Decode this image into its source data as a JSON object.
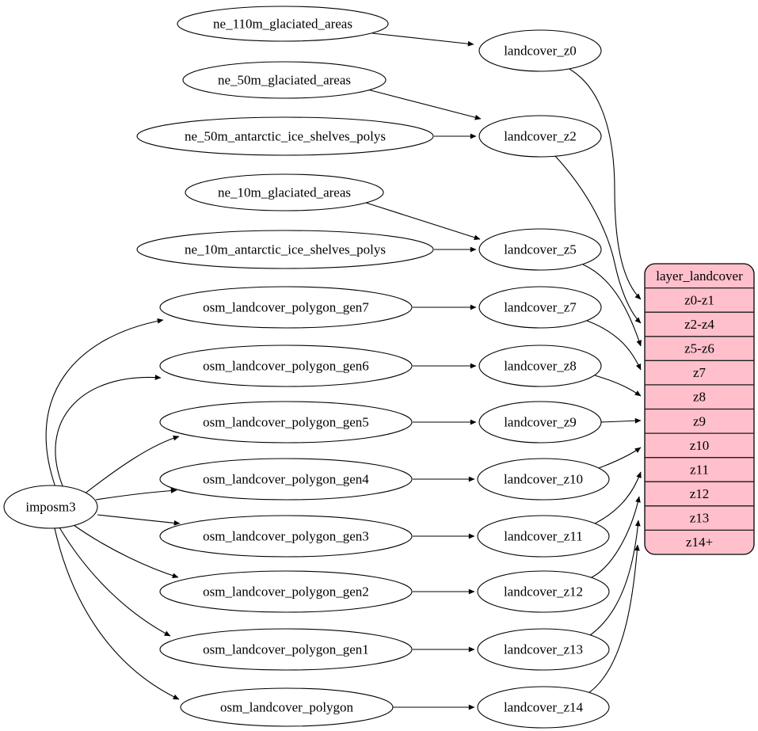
{
  "graph": {
    "importer": "imposm3",
    "sources": [
      "ne_110m_glaciated_areas",
      "ne_50m_glaciated_areas",
      "ne_50m_antarctic_ice_shelves_polys",
      "ne_10m_glaciated_areas",
      "ne_10m_antarctic_ice_shelves_polys",
      "osm_landcover_polygon_gen7",
      "osm_landcover_polygon_gen6",
      "osm_landcover_polygon_gen5",
      "osm_landcover_polygon_gen4",
      "osm_landcover_polygon_gen3",
      "osm_landcover_polygon_gen2",
      "osm_landcover_polygon_gen1",
      "osm_landcover_polygon"
    ],
    "generalized": [
      "landcover_z0",
      "landcover_z2",
      "landcover_z5",
      "landcover_z7",
      "landcover_z8",
      "landcover_z9",
      "landcover_z10",
      "landcover_z11",
      "landcover_z12",
      "landcover_z13",
      "landcover_z14"
    ],
    "table": {
      "title": "layer_landcover",
      "rows": [
        "z0-z1",
        "z2-z4",
        "z5-z6",
        "z7",
        "z8",
        "z9",
        "z10",
        "z11",
        "z12",
        "z13",
        "z14+"
      ]
    },
    "edges": [
      {
        "from": "imposm3",
        "to": "osm_landcover_polygon_gen7"
      },
      {
        "from": "imposm3",
        "to": "osm_landcover_polygon_gen6"
      },
      {
        "from": "imposm3",
        "to": "osm_landcover_polygon_gen5"
      },
      {
        "from": "imposm3",
        "to": "osm_landcover_polygon_gen4"
      },
      {
        "from": "imposm3",
        "to": "osm_landcover_polygon_gen3"
      },
      {
        "from": "imposm3",
        "to": "osm_landcover_polygon_gen2"
      },
      {
        "from": "imposm3",
        "to": "osm_landcover_polygon_gen1"
      },
      {
        "from": "imposm3",
        "to": "osm_landcover_polygon"
      },
      {
        "from": "ne_110m_glaciated_areas",
        "to": "landcover_z0"
      },
      {
        "from": "ne_50m_glaciated_areas",
        "to": "landcover_z2"
      },
      {
        "from": "ne_50m_antarctic_ice_shelves_polys",
        "to": "landcover_z2"
      },
      {
        "from": "ne_10m_glaciated_areas",
        "to": "landcover_z5"
      },
      {
        "from": "ne_10m_antarctic_ice_shelves_polys",
        "to": "landcover_z5"
      },
      {
        "from": "osm_landcover_polygon_gen7",
        "to": "landcover_z7"
      },
      {
        "from": "osm_landcover_polygon_gen6",
        "to": "landcover_z8"
      },
      {
        "from": "osm_landcover_polygon_gen5",
        "to": "landcover_z9"
      },
      {
        "from": "osm_landcover_polygon_gen4",
        "to": "landcover_z10"
      },
      {
        "from": "osm_landcover_polygon_gen3",
        "to": "landcover_z11"
      },
      {
        "from": "osm_landcover_polygon_gen2",
        "to": "landcover_z12"
      },
      {
        "from": "osm_landcover_polygon_gen1",
        "to": "landcover_z13"
      },
      {
        "from": "osm_landcover_polygon",
        "to": "landcover_z14"
      },
      {
        "from": "landcover_z0",
        "to": "layer_landcover:z0-z1"
      },
      {
        "from": "landcover_z2",
        "to": "layer_landcover:z2-z4"
      },
      {
        "from": "landcover_z5",
        "to": "layer_landcover:z5-z6"
      },
      {
        "from": "landcover_z7",
        "to": "layer_landcover:z7"
      },
      {
        "from": "landcover_z8",
        "to": "layer_landcover:z8"
      },
      {
        "from": "landcover_z9",
        "to": "layer_landcover:z9"
      },
      {
        "from": "landcover_z10",
        "to": "layer_landcover:z10"
      },
      {
        "from": "landcover_z11",
        "to": "layer_landcover:z11"
      },
      {
        "from": "landcover_z12",
        "to": "layer_landcover:z12"
      },
      {
        "from": "landcover_z13",
        "to": "layer_landcover:z13"
      },
      {
        "from": "landcover_z14",
        "to": "layer_landcover:z14+"
      }
    ],
    "colors": {
      "table_fill": "#ffc0cb",
      "node_fill": "#ffffff",
      "edge": "#000000",
      "background": "#ffffff"
    }
  }
}
